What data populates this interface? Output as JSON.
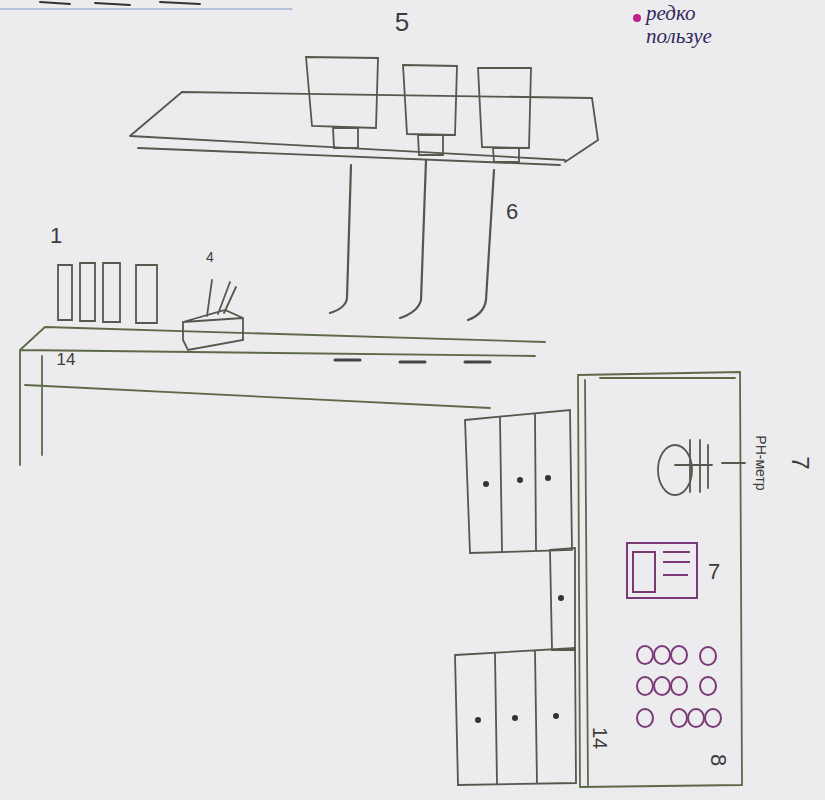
{
  "diagram": {
    "labels": [
      "5",
      "редко пользуе",
      "1",
      "4",
      "6",
      "14",
      "7",
      "PH-метр",
      "7",
      "8",
      "14"
    ]
  }
}
